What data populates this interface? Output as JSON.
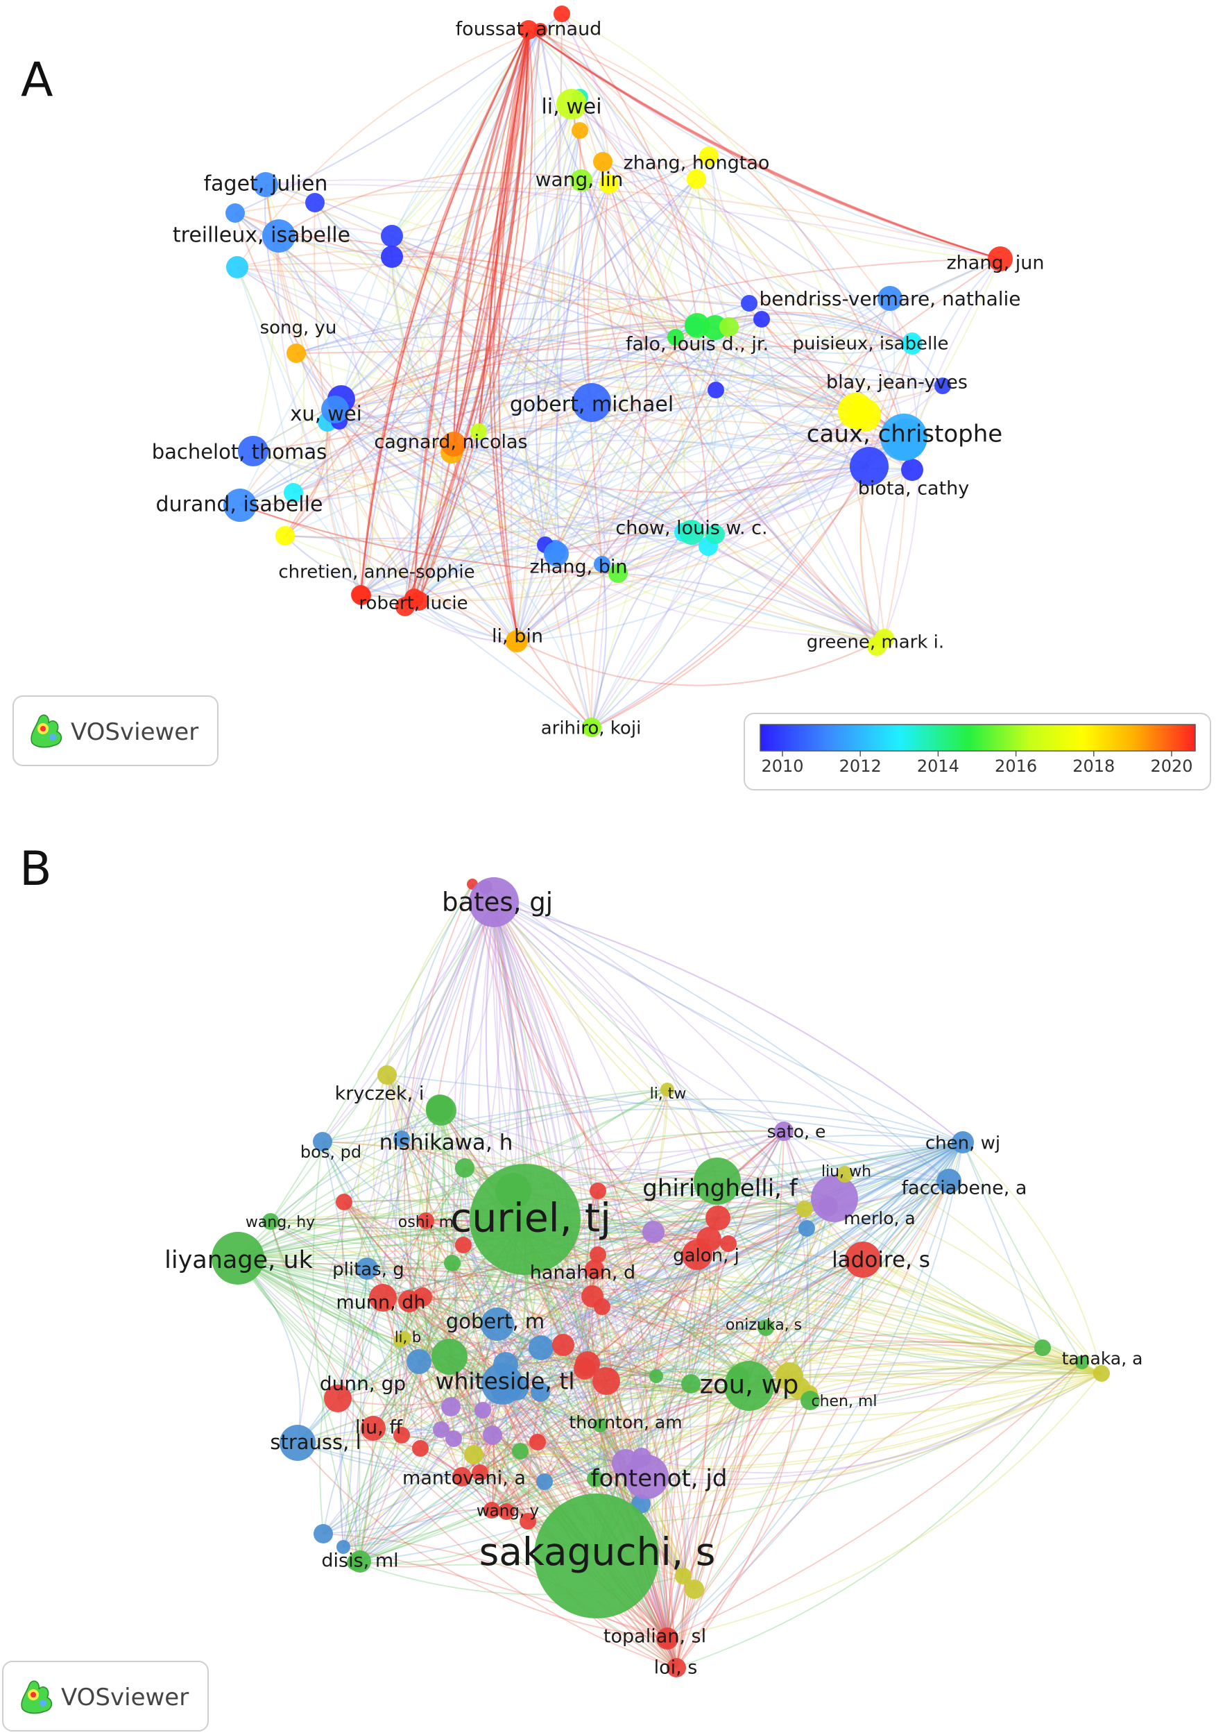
{
  "panel_a": {
    "letter": "A",
    "brand": "VOSviewer",
    "colorbar": {
      "ticks": [
        "2010",
        "2012",
        "2014",
        "2016",
        "2018",
        "2020"
      ]
    },
    "nodes": [
      {
        "label": "foussat, arnaud",
        "year": 2020.5
      },
      {
        "label": "li, wei",
        "year": 2015.5
      },
      {
        "label": "wang, lin",
        "year": 2015
      },
      {
        "label": "zhang, hongtao",
        "year": 2016.5
      },
      {
        "label": "faget, julien",
        "year": 2011
      },
      {
        "label": "treilleux, isabelle",
        "year": 2011
      },
      {
        "label": "zhang, jun",
        "year": 2020.5
      },
      {
        "label": "bendriss-vermare, nathalie",
        "year": 2011
      },
      {
        "label": "song, yu",
        "year": 2018
      },
      {
        "label": "puisieux, isabelle",
        "year": 2012.5
      },
      {
        "label": "falo, louis d., jr.",
        "year": 2014
      },
      {
        "label": "blay, jean-yves",
        "year": 2016.5
      },
      {
        "label": "gobert, michael",
        "year": 2010.5
      },
      {
        "label": "xu, wei",
        "year": 2011
      },
      {
        "label": "caux, christophe",
        "year": 2011.5
      },
      {
        "label": "bachelot, thomas",
        "year": 2010.5
      },
      {
        "label": "cagnard, nicolas",
        "year": 2019
      },
      {
        "label": "biota, cathy",
        "year": 2010
      },
      {
        "label": "durand, isabelle",
        "year": 2011
      },
      {
        "label": "chow, louis w. c.",
        "year": 2013
      },
      {
        "label": "chretien, anne-sophie",
        "year": 2020.5
      },
      {
        "label": "zhang, bin",
        "year": 2011
      },
      {
        "label": "robert, lucie",
        "year": 2020.5
      },
      {
        "label": "li, bin",
        "year": 2018
      },
      {
        "label": "greene, mark i.",
        "year": 2016
      },
      {
        "label": "arihiro, koji",
        "year": 2015
      }
    ]
  },
  "panel_b": {
    "letter": "B",
    "brand": "VOSviewer",
    "clusters": {
      "red": "#e8403b",
      "green": "#4cb94a",
      "blue": "#4b8fd1",
      "yellow": "#c9c935",
      "purple": "#a77ad8"
    },
    "nodes": [
      {
        "label": "bates, gj",
        "cluster": "purple"
      },
      {
        "label": "kryczek, i",
        "cluster": "yellow"
      },
      {
        "label": "li, tw",
        "cluster": "yellow"
      },
      {
        "label": "sato, e",
        "cluster": "purple"
      },
      {
        "label": "chen, wj",
        "cluster": "blue"
      },
      {
        "label": "bos, pd",
        "cluster": "blue"
      },
      {
        "label": "nishikawa, h",
        "cluster": "green"
      },
      {
        "label": "liu, wh",
        "cluster": "yellow"
      },
      {
        "label": "facciabene, a",
        "cluster": "blue"
      },
      {
        "label": "ghiringhelli, f",
        "cluster": "green"
      },
      {
        "label": "wang, hy",
        "cluster": "green"
      },
      {
        "label": "oshi, m",
        "cluster": "red"
      },
      {
        "label": "curiel, tj",
        "cluster": "green"
      },
      {
        "label": "merlo, a",
        "cluster": "purple"
      },
      {
        "label": "liyanage, uk",
        "cluster": "green"
      },
      {
        "label": "galon, j",
        "cluster": "red"
      },
      {
        "label": "ladoire, s",
        "cluster": "red"
      },
      {
        "label": "plitas, g",
        "cluster": "blue"
      },
      {
        "label": "hanahan, d",
        "cluster": "red"
      },
      {
        "label": "munn, dh",
        "cluster": "red"
      },
      {
        "label": "gobert, m",
        "cluster": "blue"
      },
      {
        "label": "onizuka, s",
        "cluster": "green"
      },
      {
        "label": "li, b",
        "cluster": "yellow"
      },
      {
        "label": "tanaka, a",
        "cluster": "yellow"
      },
      {
        "label": "dunn, gp",
        "cluster": "red"
      },
      {
        "label": "whiteside, tl",
        "cluster": "blue"
      },
      {
        "label": "zou, wp",
        "cluster": "green"
      },
      {
        "label": "chen, ml",
        "cluster": "green"
      },
      {
        "label": "liu, ff",
        "cluster": "red"
      },
      {
        "label": "thornton, am",
        "cluster": "green"
      },
      {
        "label": "strauss, l",
        "cluster": "blue"
      },
      {
        "label": "mantovani, a",
        "cluster": "red"
      },
      {
        "label": "fontenot, jd",
        "cluster": "purple"
      },
      {
        "label": "wang, y",
        "cluster": "red"
      },
      {
        "label": "disis, ml",
        "cluster": "green"
      },
      {
        "label": "sakaguchi, s",
        "cluster": "green"
      },
      {
        "label": "topalian, sl",
        "cluster": "red"
      },
      {
        "label": "loi, s",
        "cluster": "red"
      }
    ]
  }
}
